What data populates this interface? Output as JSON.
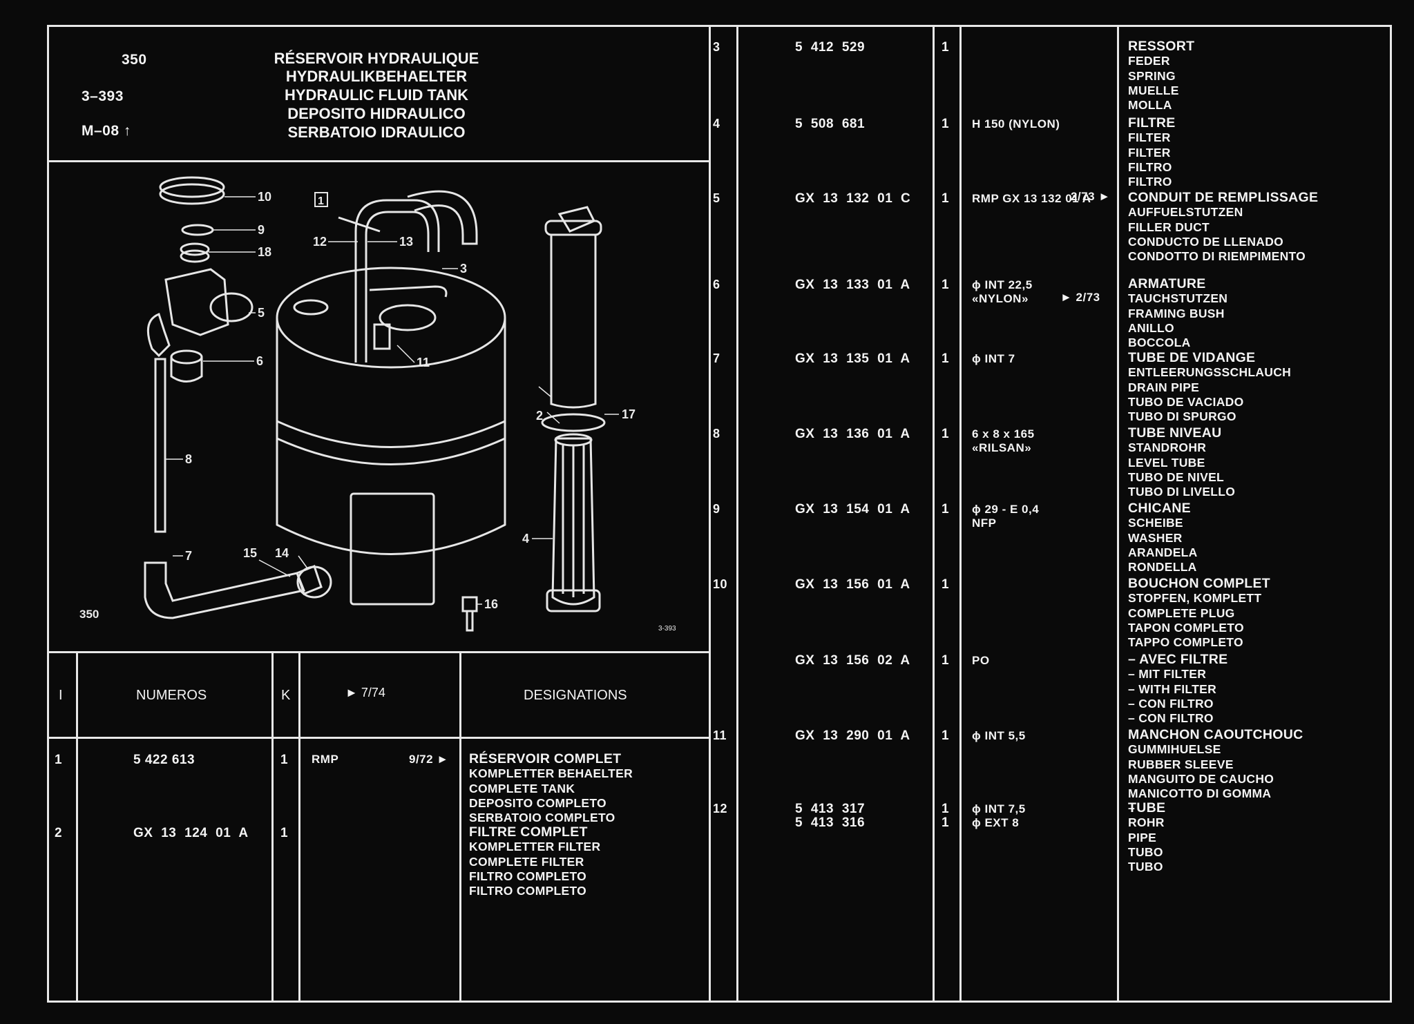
{
  "header": {
    "page": "350",
    "fig": "3–393",
    "ref": "M–08",
    "title_lines": [
      "RÉSERVOIR HYDRAULIQUE",
      "HYDRAULIKBEHAELTER",
      "HYDRAULIC FLUID TANK",
      "DEPOSITO HIDRAULICO",
      "SERBATOIO IDRAULICO"
    ]
  },
  "figure": {
    "callouts": [
      "10",
      "9",
      "18",
      "5",
      "6",
      "8",
      "7",
      "15",
      "14",
      "12",
      "13",
      "3",
      "11",
      "2",
      "17",
      "4",
      "16"
    ],
    "box_label": "1",
    "page_label": "350",
    "fig_code": "3-393"
  },
  "left_table": {
    "headers": {
      "i": "I",
      "numeros": "NUMEROS",
      "k": "K",
      "change": "► 7/74",
      "designations": "DESIGNATIONS"
    },
    "rows": [
      {
        "i": "1",
        "num": "5 422 613",
        "k": "1",
        "note": "RMP",
        "change": "9/72 ►",
        "desc": [
          "RÉSERVOIR COMPLET",
          "KOMPLETTER BEHAELTER",
          "COMPLETE TANK",
          "DEPOSITO COMPLETO",
          "SERBATOIO COMPLETO"
        ]
      },
      {
        "i": "2",
        "num": "GX 13 124 01 A",
        "k": "1",
        "note": "",
        "change": "",
        "desc": [
          "FILTRE COMPLET",
          "KOMPLETTER FILTER",
          "COMPLETE FILTER",
          "FILTRO COMPLETO",
          "FILTRO COMPLETO"
        ]
      }
    ]
  },
  "right_table": {
    "rows": [
      {
        "i": "3",
        "num": "5 412 529",
        "k": "1",
        "note": "",
        "change": "",
        "desc": [
          "RESSORT",
          "FEDER",
          "SPRING",
          "MUELLE",
          "MOLLA"
        ]
      },
      {
        "i": "4",
        "num": "5 508 681",
        "k": "1",
        "note": "H 150 (NYLON)",
        "change": "",
        "desc": [
          "FILTRE",
          "FILTER",
          "FILTER",
          "FILTRO",
          "FILTRO"
        ]
      },
      {
        "i": "5",
        "num": "GX 13 132 01 C",
        "k": "1",
        "note": "RMP GX 13 132 01 A",
        "change": "2/73 ►",
        "desc": [
          "CONDUIT DE REMPLISSAGE",
          "AUFFUELSTUTZEN",
          "FILLER DUCT",
          "CONDUCTO DE LLENADO",
          "CONDOTTO DI RIEMPIMENTO"
        ]
      },
      {
        "i": "6",
        "num": "GX 13 133 01 A",
        "k": "1",
        "note": "ϕ INT 22,5\n«NYLON»",
        "change": "► 2/73",
        "desc": [
          "ARMATURE",
          "TAUCHSTUTZEN",
          "FRAMING BUSH",
          "ANILLO",
          "BOCCOLA"
        ]
      },
      {
        "i": "7",
        "num": "GX 13 135 01 A",
        "k": "1",
        "note": "ϕ INT 7",
        "change": "",
        "desc": [
          "TUBE DE VIDANGE",
          "ENTLEERUNGSSCHLAUCH",
          "DRAIN PIPE",
          "TUBO DE VACIADO",
          "TUBO DI SPURGO"
        ]
      },
      {
        "i": "8",
        "num": "GX 13 136 01 A",
        "k": "1",
        "note": "6 x 8 x 165\n«RILSAN»",
        "change": "",
        "desc": [
          "TUBE NIVEAU",
          "STANDROHR",
          "LEVEL TUBE",
          "TUBO DE NIVEL",
          "TUBO DI LIVELLO"
        ]
      },
      {
        "i": "9",
        "num": "GX 13 154 01 A",
        "k": "1",
        "note": "ϕ 29 - E 0,4\nNFP",
        "change": "",
        "desc": [
          "CHICANE",
          "SCHEIBE",
          "WASHER",
          "ARANDELA",
          "RONDELLA"
        ]
      },
      {
        "i": "10",
        "num": "GX 13 156 01 A",
        "k": "1",
        "note": "",
        "change": "",
        "desc": [
          "BOUCHON COMPLET",
          "STOPFEN, KOMPLETT",
          "COMPLETE PLUG",
          "TAPON COMPLETO",
          "TAPPO COMPLETO"
        ]
      },
      {
        "i": "",
        "num": "GX 13 156 02 A",
        "k": "1",
        "note": "PO",
        "change": "",
        "desc": [
          "– AVEC FILTRE",
          "– MIT FILTER",
          "– WITH FILTER",
          "– CON FILTRO",
          "– CON FILTRO"
        ]
      },
      {
        "i": "11",
        "num": "GX 13 290 01 A",
        "k": "1",
        "note": "ϕ INT 5,5",
        "change": "",
        "desc": [
          "MANCHON CAOUTCHOUC",
          "GUMMIHUELSE",
          "RUBBER SLEEVE",
          "MANGUITO DE CAUCHO",
          "MANICOTTO DI GOMMA",
          "–"
        ]
      },
      {
        "i": "12",
        "num": "5 413 317\n5 413 316",
        "k": "1\n1",
        "note": "ϕ INT 7,5\nϕ EXT 8",
        "change": "",
        "desc": [
          "TUBE",
          "ROHR",
          "PIPE",
          "TUBO",
          "TUBO"
        ]
      }
    ]
  },
  "colors": {
    "background": "#0a0a0a",
    "ink": "#f4f4f4"
  }
}
